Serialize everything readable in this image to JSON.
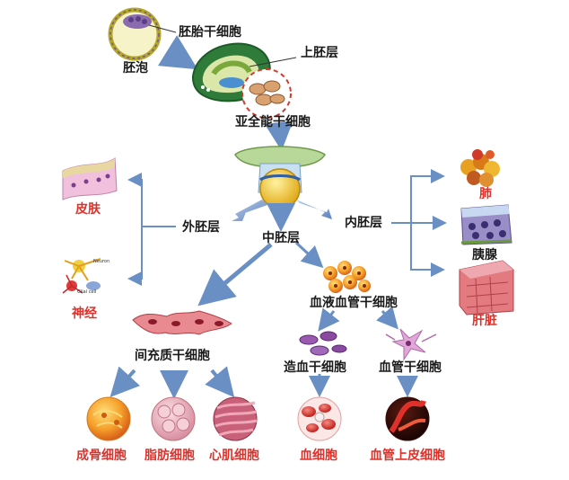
{
  "labels": {
    "blastocyst": "胚泡",
    "embryonic_stem_cell": "胚胎干细胞",
    "epiblast": "上胚层",
    "sub_totipotent_stem_cell": "亚全能干细胞",
    "ectoderm": "外胚层",
    "mesoderm": "中胚层",
    "endoderm": "内胚层",
    "skin": "皮肤",
    "nerve": "神经",
    "lung": "肺",
    "pancreas": "胰腺",
    "liver": "肝脏",
    "mesenchymal_stem_cell": "间充质干细胞",
    "hemangioblast": "血液血管干细胞",
    "hematopoietic_stem_cell": "造血干细胞",
    "vascular_stem_cell": "血管干细胞",
    "osteoblast": "成骨细胞",
    "adipocyte": "脂肪细胞",
    "cardiomyocyte": "心肌细胞",
    "blood_cell": "血细胞",
    "vascular_endothelial_cell": "血管上皮细胞"
  },
  "micro_labels": {
    "neuron": "Neuron",
    "glial_cell": "Glial cell"
  },
  "colors": {
    "arrow": "#6a8fc4",
    "red_text": "#e0302a",
    "black_text": "#1a1a1a"
  }
}
